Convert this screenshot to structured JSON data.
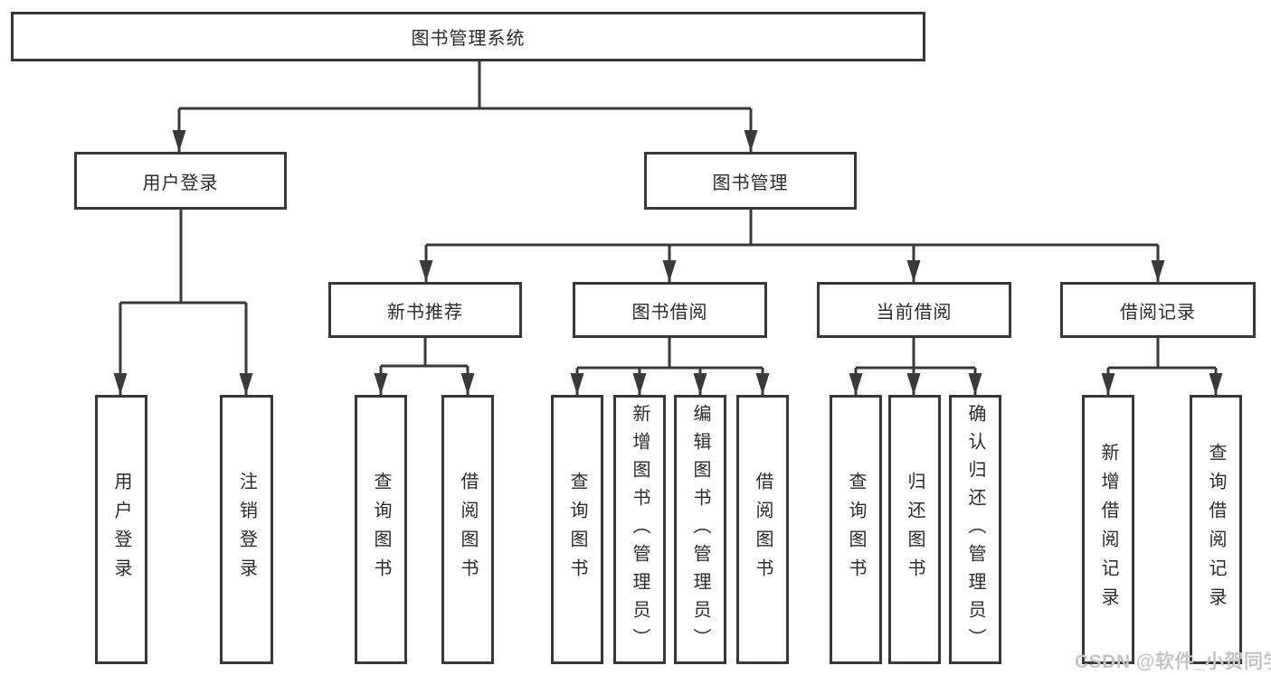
{
  "diagram": {
    "title_node": {
      "label": "图书管理系统"
    },
    "level2": [
      {
        "label": "用户登录"
      },
      {
        "label": "图书管理"
      }
    ],
    "level3": [
      {
        "label": "新书推荐"
      },
      {
        "label": "图书借阅"
      },
      {
        "label": "当前借阅"
      },
      {
        "label": "借阅记录"
      }
    ],
    "leaves": [
      {
        "label": "用户登录"
      },
      {
        "label": "注销登录"
      },
      {
        "label": "查询图书"
      },
      {
        "label": "借阅图书"
      },
      {
        "label": "查询图书"
      },
      {
        "label": "新增图书（管理员）"
      },
      {
        "label": "编辑图书（管理员）"
      },
      {
        "label": "借阅图书"
      },
      {
        "label": "查询图书"
      },
      {
        "label": "归还图书"
      },
      {
        "label": "确认归还（管理员）"
      },
      {
        "label": "新增借阅记录"
      },
      {
        "label": "查询借阅记录"
      }
    ],
    "colors": {
      "line": "#3a3a3a",
      "border": "#383838",
      "text": "#2b2b2b",
      "watermark": "#c5c5c5",
      "background": "#ffffff"
    },
    "watermark": {
      "text": "CSDN @软件_小贺同学"
    }
  }
}
